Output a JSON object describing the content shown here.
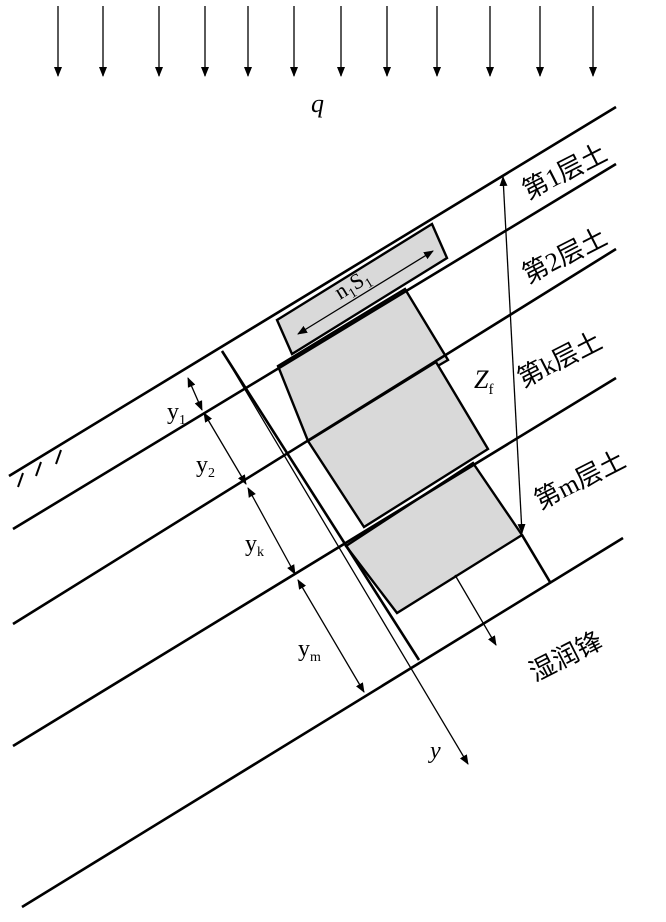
{
  "load_label": "q",
  "layer_labels": {
    "layer1": "第1层土",
    "layer2": "第2层土",
    "layerk": "第k层土",
    "layerm": "第m层土"
  },
  "dim_labels": {
    "n1s1_main": "n",
    "n1s1_sub1": "1",
    "n1s1_mid": "S",
    "n1s1_sub2": "1",
    "zf_main": "Z",
    "zf_sub": "f",
    "y1_main": "y",
    "y1_sub": "1",
    "y2_main": "y",
    "y2_sub": "2",
    "yk_main": "y",
    "yk_sub": "k",
    "ym_main": "y",
    "ym_sub": "m",
    "y_axis": "y"
  },
  "wetting_front_label": "湿润锋"
}
